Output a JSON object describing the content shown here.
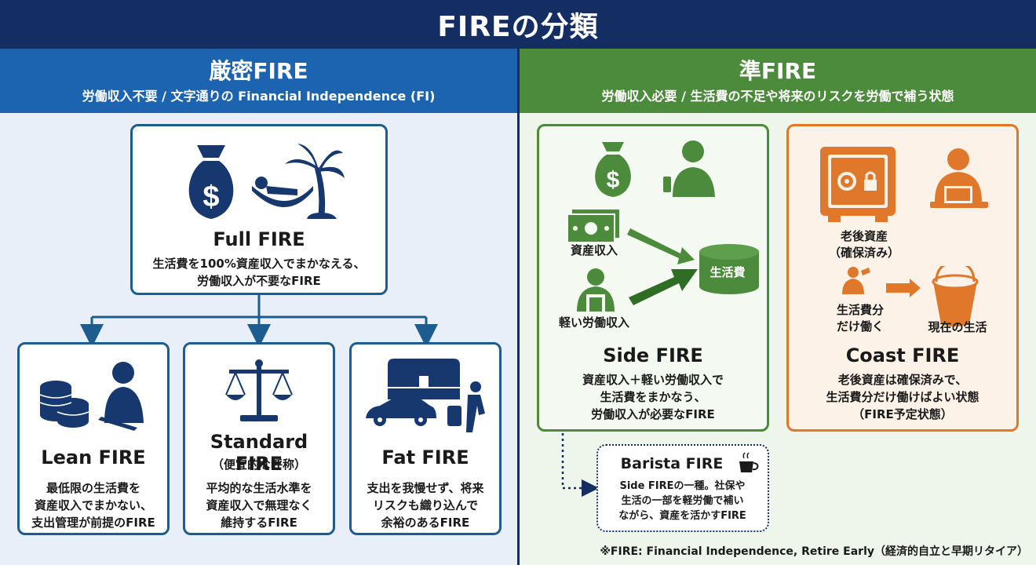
{
  "header": {
    "title": "FIREの分類"
  },
  "strict": {
    "title": "厳密FIRE",
    "subtitle": "労働収入不要 / 文字通りの Financial Independence (FI)",
    "full": {
      "title": "Full FIRE",
      "desc": "生活費を100%資産収入でまかなえる、\n労働収入が不要なFIRE"
    },
    "lean": {
      "title": "Lean FIRE",
      "desc": "最低限の生活費を\n資産収入でまかない、\n支出管理が前提のFIRE"
    },
    "standard": {
      "title": "Standard FIRE",
      "note": "（便宜的な呼称）",
      "desc": "平均的な生活水準を\n資産収入で無理なく\n維持するFIRE"
    },
    "fat": {
      "title": "Fat FIRE",
      "desc": "支出を我慢せず、将来\nリスクも織り込んで\n余裕のあるFIRE"
    }
  },
  "semi": {
    "title": "準FIRE",
    "subtitle": "労働収入必要 / 生活費の不足や将来のリスクを労働で補う状態",
    "side": {
      "title": "Side FIRE",
      "label_asset_income": "資産収入",
      "label_light_work": "軽い労働収入",
      "label_living_cost": "生活費",
      "desc": "資産収入＋軽い労働収入で\n生活費をまかなう、\n労働収入が必要なFIRE"
    },
    "coast": {
      "title": "Coast FIRE",
      "label_retirement": "老後資産\n（確保済み）",
      "label_work": "生活費分\nだけ働く",
      "label_current": "現在の生活",
      "desc": "老後資産は確保済みで、\n生活費分だけ働けばよい状態\n（FIRE予定状態）"
    },
    "barista": {
      "title": "Barista FIRE",
      "desc": "Side FIREの一種。社保や\n生活の一部を軽労働で補い\nながら、資産を活かすFIRE"
    }
  },
  "footnote": "※FIRE: Financial Independence, Retire Early（経済的自立と早期リタイア）",
  "colors": {
    "navy": "#142d63",
    "blue": "#1c64b0",
    "green": "#4c8a3c",
    "orange": "#e0782c"
  }
}
